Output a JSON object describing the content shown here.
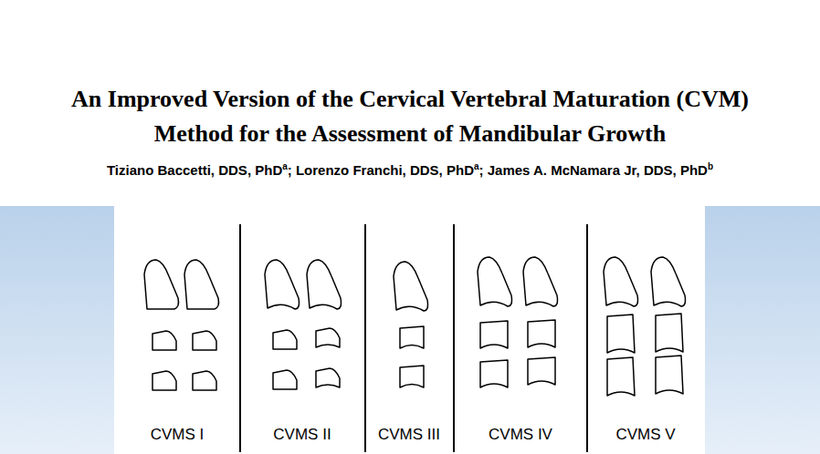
{
  "diagram": {
    "title": "An Improved Version of the Cervical Vertebral Maturation (CVM) Method for the Assessment of Mandibular Growth",
    "labels": [
      "Tiziano Baccetti, DDS, PhD",
      "a",
      "; Lorenzo Franchi, DDS, PhD",
      "a",
      "; James A. McNamara Jr, DDS, PhD",
      "b",
      "CVMS I",
      "CVMS II",
      "CVMS III",
      "CVMS IV",
      "CVMS V"
    ]
  }
}
